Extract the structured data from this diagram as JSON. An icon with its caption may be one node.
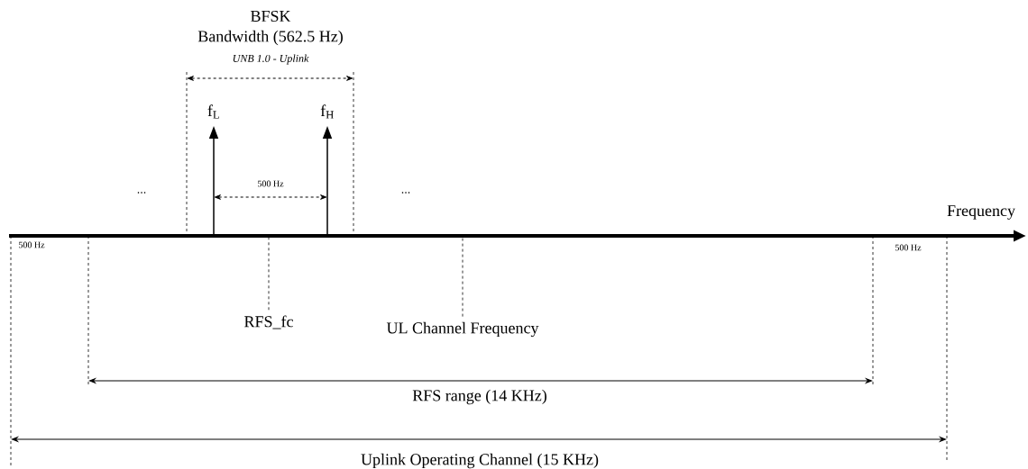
{
  "diagram": {
    "nodes": [
      {
        "text": [
          "RFS_fc"
        ]
      },
      {
        "text": [
          "UL Channel Frequency"
        ]
      }
    ],
    "edges": [
      {
        "from": 0,
        "to": null,
        "arrow": "none",
        "style": "dashed"
      },
      {
        "from": 1,
        "to": null,
        "arrow": "none",
        "style": "dashed"
      }
    ],
    "labels": [
      "BFSK",
      "Bandwidth (562.5 Hz)",
      "UNB 1.0 - Uplink",
      "f$_{L}$",
      "f$_{H}$",
      "...",
      "500 Hz",
      "...",
      "Frequency",
      "500 Hz",
      "500 Hz",
      "RFS range (14 KHz)",
      "Uplink Operating Channel (15 KHz)"
    ]
  }
}
